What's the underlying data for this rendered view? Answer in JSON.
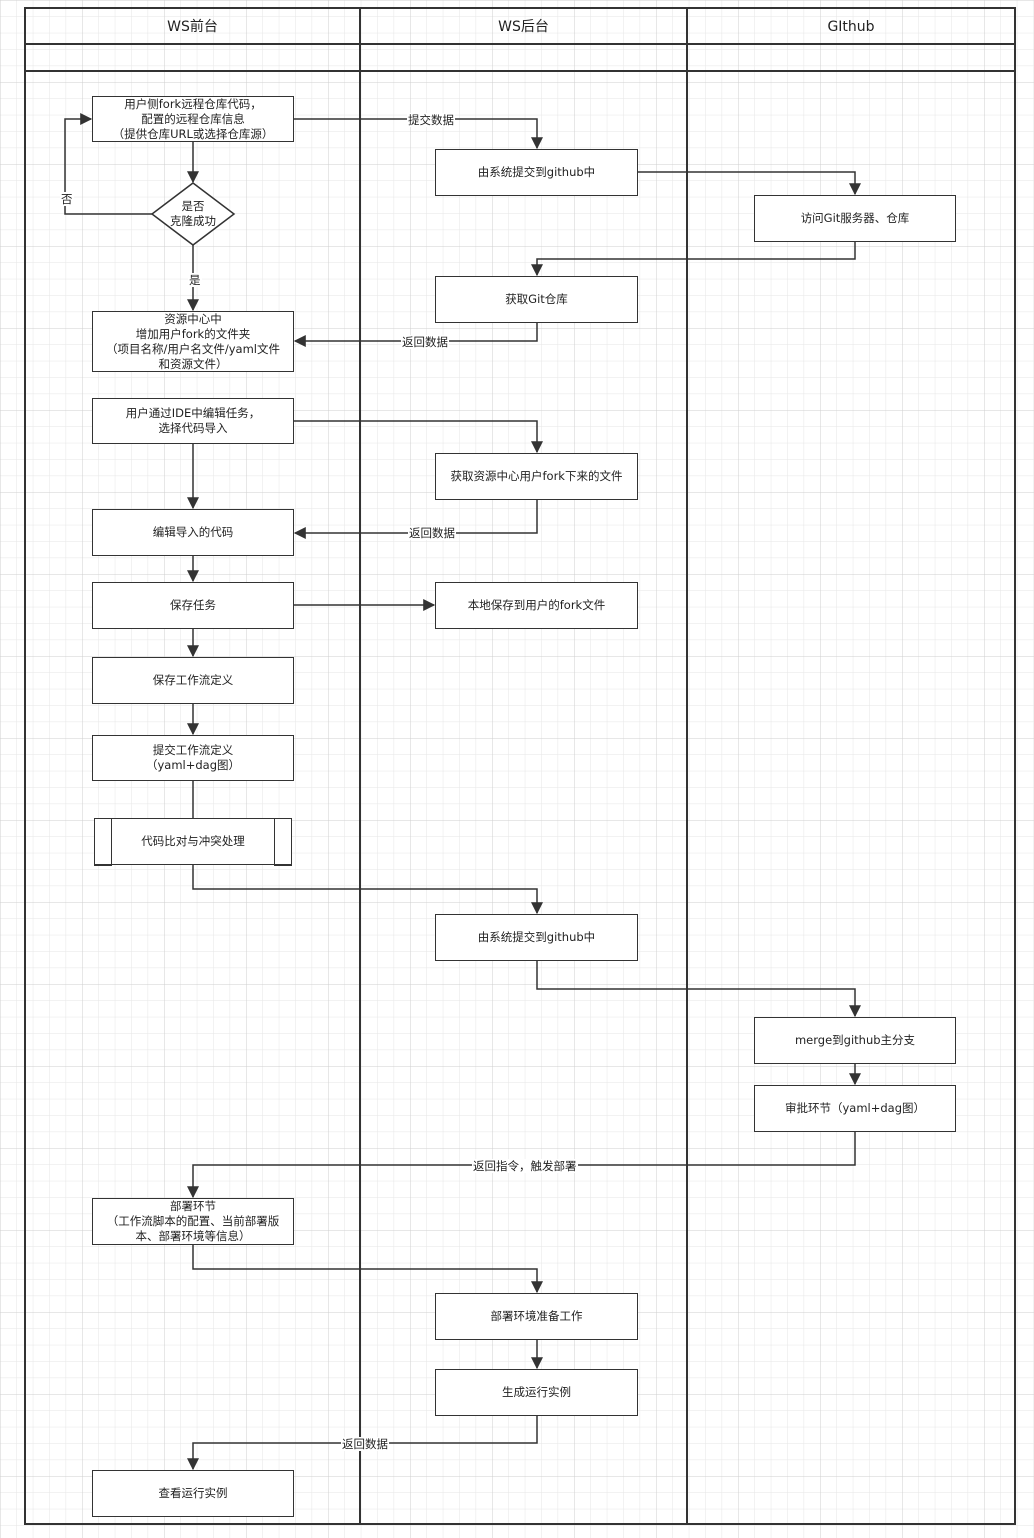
{
  "lanes": [
    {
      "id": "front",
      "title": "WS前台"
    },
    {
      "id": "back",
      "title": "WS后台"
    },
    {
      "id": "github",
      "title": "GIthub"
    }
  ],
  "nodes": [
    {
      "id": "n1",
      "text": "用户侧fork远程仓库代码，\n配置的远程仓库信息\n（提供仓库URL或选择仓库源）"
    },
    {
      "id": "n2",
      "text": "是否\n克隆成功",
      "shape": "diamond"
    },
    {
      "id": "n3",
      "text": "资源中心中\n增加用户fork的文件夹\n（项目名称/用户名文件/yaml文件\n和资源文件）"
    },
    {
      "id": "n4",
      "text": "用户通过IDE中编辑任务，\n选择代码导入"
    },
    {
      "id": "n5",
      "text": "编辑导入的代码"
    },
    {
      "id": "n6",
      "text": "保存任务"
    },
    {
      "id": "n7",
      "text": "保存工作流定义"
    },
    {
      "id": "n8",
      "text": "提交工作流定义\n（yaml+dag图）"
    },
    {
      "id": "n9",
      "text": "代码比对与冲突处理",
      "shape": "subprocess"
    },
    {
      "id": "n10",
      "text": "部署环节\n（工作流脚本的配置、当前部署版\n本、部署环境等信息）"
    },
    {
      "id": "n11",
      "text": "查看运行实例"
    },
    {
      "id": "b1",
      "text": "由系统提交到github中"
    },
    {
      "id": "b2",
      "text": "获取Git仓库"
    },
    {
      "id": "b3",
      "text": "获取资源中心用户fork下来的文件"
    },
    {
      "id": "b4",
      "text": "本地保存到用户的fork文件"
    },
    {
      "id": "b5",
      "text": "由系统提交到github中"
    },
    {
      "id": "b6",
      "text": "部署环境准备工作"
    },
    {
      "id": "b7",
      "text": "生成运行实例"
    },
    {
      "id": "g1",
      "text": "访问Git服务器、仓库"
    },
    {
      "id": "g2",
      "text": "merge到github主分支"
    },
    {
      "id": "g3",
      "text": "审批环节（yaml+dag图）"
    }
  ],
  "edges": [
    {
      "from": "n1",
      "to": "n2",
      "label": ""
    },
    {
      "from": "n2",
      "to": "n1",
      "label": "否"
    },
    {
      "from": "n2",
      "to": "n3",
      "label": "是"
    },
    {
      "from": "n1",
      "to": "b1",
      "label": "提交数据"
    },
    {
      "from": "b1",
      "to": "g1",
      "label": ""
    },
    {
      "from": "g1",
      "to": "b2",
      "label": ""
    },
    {
      "from": "b2",
      "to": "n3",
      "label": "返回数据"
    },
    {
      "from": "n4",
      "to": "b3",
      "label": ""
    },
    {
      "from": "n4",
      "to": "n5",
      "label": ""
    },
    {
      "from": "b3",
      "to": "n5",
      "label": "返回数据"
    },
    {
      "from": "n5",
      "to": "n6",
      "label": ""
    },
    {
      "from": "n6",
      "to": "b4",
      "label": ""
    },
    {
      "from": "n6",
      "to": "n7",
      "label": ""
    },
    {
      "from": "n7",
      "to": "n8",
      "label": ""
    },
    {
      "from": "n8",
      "to": "n9",
      "label": ""
    },
    {
      "from": "n9",
      "to": "b5",
      "label": ""
    },
    {
      "from": "b5",
      "to": "g2",
      "label": ""
    },
    {
      "from": "g2",
      "to": "g3",
      "label": ""
    },
    {
      "from": "g3",
      "to": "n10",
      "label": "返回指令，触发部署"
    },
    {
      "from": "n10",
      "to": "b6",
      "label": ""
    },
    {
      "from": "b6",
      "to": "b7",
      "label": ""
    },
    {
      "from": "b7",
      "to": "n11",
      "label": "返回数据"
    }
  ],
  "colors": {
    "line": "#333333",
    "grid_minor": "#e4e4e4",
    "grid_major": "#cfcfcf",
    "text": "#222222"
  }
}
